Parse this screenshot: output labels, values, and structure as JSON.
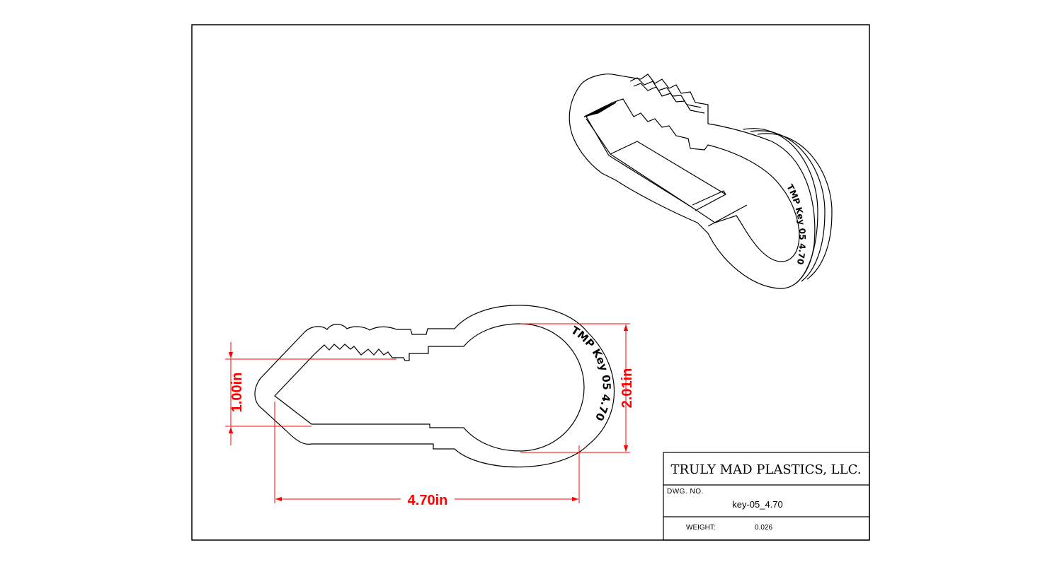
{
  "emboss_text": "TMP Key 05 4.70",
  "dimensions": {
    "width": "4.70in",
    "height": "2.01in",
    "blade": "1.00in"
  },
  "title_block": {
    "company": "TRULY MAD PLASTICS, LLC.",
    "dwg_no_label": "DWG. NO.",
    "dwg_no_value": "key-05_4.70",
    "weight_label": "WEIGHT:",
    "weight_value": "0.026"
  },
  "colors": {
    "dimension": "#ff0000",
    "line": "#000000"
  }
}
